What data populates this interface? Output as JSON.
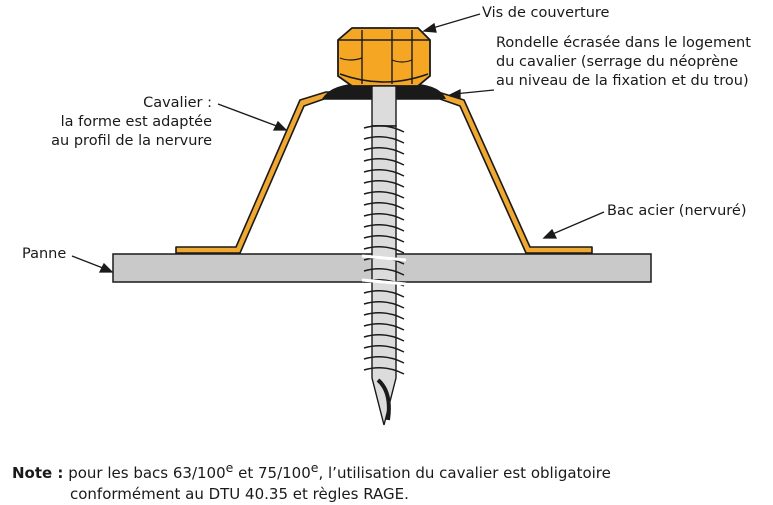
{
  "labels": {
    "vis": "Vis de couverture",
    "rondelle": [
      "Rondelle écrasée dans le logement",
      "du cavalier (serrage du néoprène",
      "au niveau de la fixation et du trou)"
    ],
    "cavalier": [
      "Cavalier :",
      "la forme est adaptée",
      "au profil de la nervure"
    ],
    "bac": "Bac acier (nervuré)",
    "panne": "Panne"
  },
  "note": {
    "prefix": "Note :",
    "line1_a": " pour les bacs 63/100",
    "sup1": "e",
    "line1_b": " et 75/100",
    "sup2": "e",
    "line1_c": ", l’utilisation du cavalier est obligatoire",
    "line2": "conformément au DTU 40.35 et règles RAGE."
  },
  "colors": {
    "cavalier_fill": "#f0a830",
    "cavalier_stroke": "#1a1a1a",
    "head_fill": "#f5a623",
    "panne_fill": "#c9c9c9",
    "screw_fill": "#dcdcdc",
    "washer_fill": "#1a1a1a"
  }
}
